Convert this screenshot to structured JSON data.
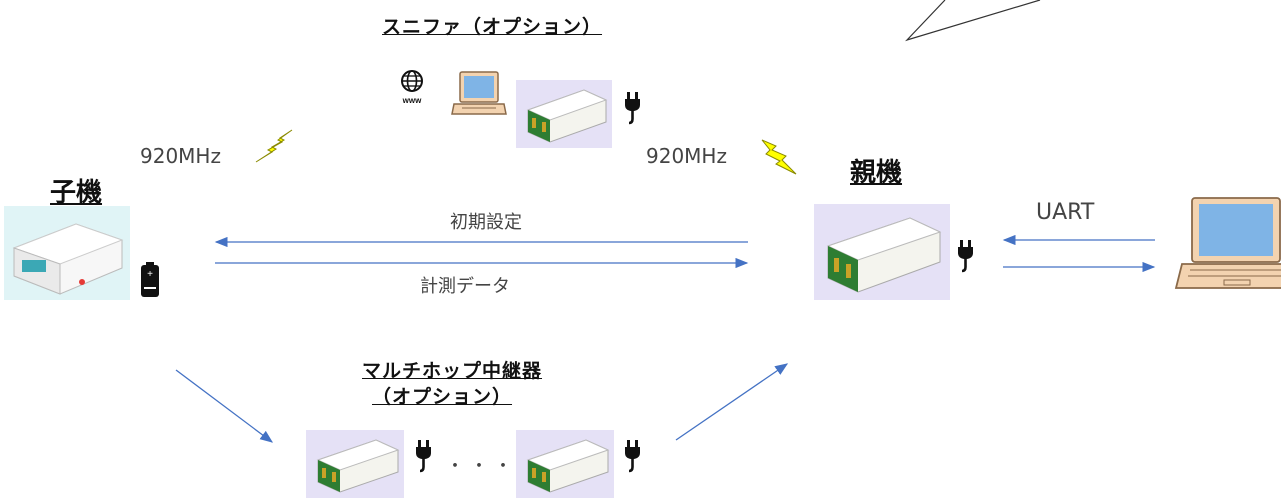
{
  "sniffer": {
    "title": "スニファ（オプション）"
  },
  "child": {
    "title": "子機"
  },
  "parent": {
    "title": "親機"
  },
  "links": {
    "freq_left": "920MHz",
    "freq_right": "920MHz",
    "init_settings": "初期設定",
    "measurement_data": "計測データ",
    "uart": "UART"
  },
  "relay": {
    "title_line1": "マルチホップ中継器",
    "title_line2": "（オプション）",
    "ellipsis": "・・・"
  },
  "colors": {
    "arrow": "#4472c4",
    "device_bg": "#e5e1f6",
    "lightning": "#ffff00"
  }
}
